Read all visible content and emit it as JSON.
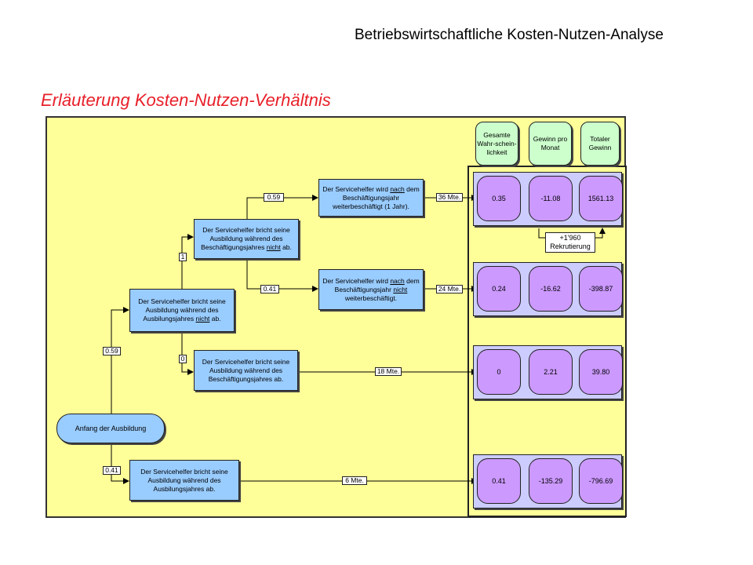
{
  "header": {
    "title": "Betriebswirtschaftliche Kosten-Nutzen-Analyse"
  },
  "slide": {
    "title": "Erläuterung Kosten-Nutzen-Verhältnis"
  },
  "columns": {
    "probability": "Gesamte Wahr-schein-lichkeit",
    "profit_month": "Gewinn pro Monat",
    "total_profit": "Totaler Gewinn"
  },
  "nodes": {
    "start": "Anfang der Ausbildung",
    "d1_a": "Der Servicehelfer bricht seine Ausbildung während des Ausbilungsjahres ",
    "d1_u": "nicht",
    "d1_b": " ab.",
    "d2": "Der Servicehelfer bricht seine Ausbildung während des Ausbilungsjahres ab.",
    "d3_a": "Der Servicehelfer bricht seine Ausbildung während des Beschäftigungsjahres ",
    "d3_u": "nicht",
    "d3_b": " ab.",
    "d4": "Der Servicehelfer bricht seine Ausbildung während des Beschäftigungsjahres ab.",
    "d5_a": "Der Servicehelfer wird ",
    "d5_u": "nach",
    "d5_b": " dem Beschäftigungsjahr weiterbeschäftigt (1 Jahr).",
    "d6_a": "Der Servicehelfer wird ",
    "d6_u": "nach",
    "d6_b": " dem Beschäftigungsjahr ",
    "d6_u2": "nicht",
    "d6_c": " weiterbeschäftigt."
  },
  "edges": {
    "p_059_a": "0.59",
    "p_041_a": "0.41",
    "p_1": "1",
    "p_0": "0",
    "p_059_b": "0.59",
    "p_041_b": "0.41",
    "t36": "36 Mte.",
    "t24": "24 Mte.",
    "t18": "18 Mte.",
    "t6": "6 Mte."
  },
  "rekrutierung": {
    "line1": "+1'960",
    "line2": "Rekrutierung"
  },
  "outcomes": [
    {
      "probability": "0.35",
      "profit_month": "-11.08",
      "total_profit": "1561.13"
    },
    {
      "probability": "0.24",
      "profit_month": "-16.62",
      "total_profit": "-398.87"
    },
    {
      "probability": "0",
      "profit_month": "2.21",
      "total_profit": "39.80"
    },
    {
      "probability": "0.41",
      "profit_month": "-135.29",
      "total_profit": "-796.69"
    }
  ]
}
